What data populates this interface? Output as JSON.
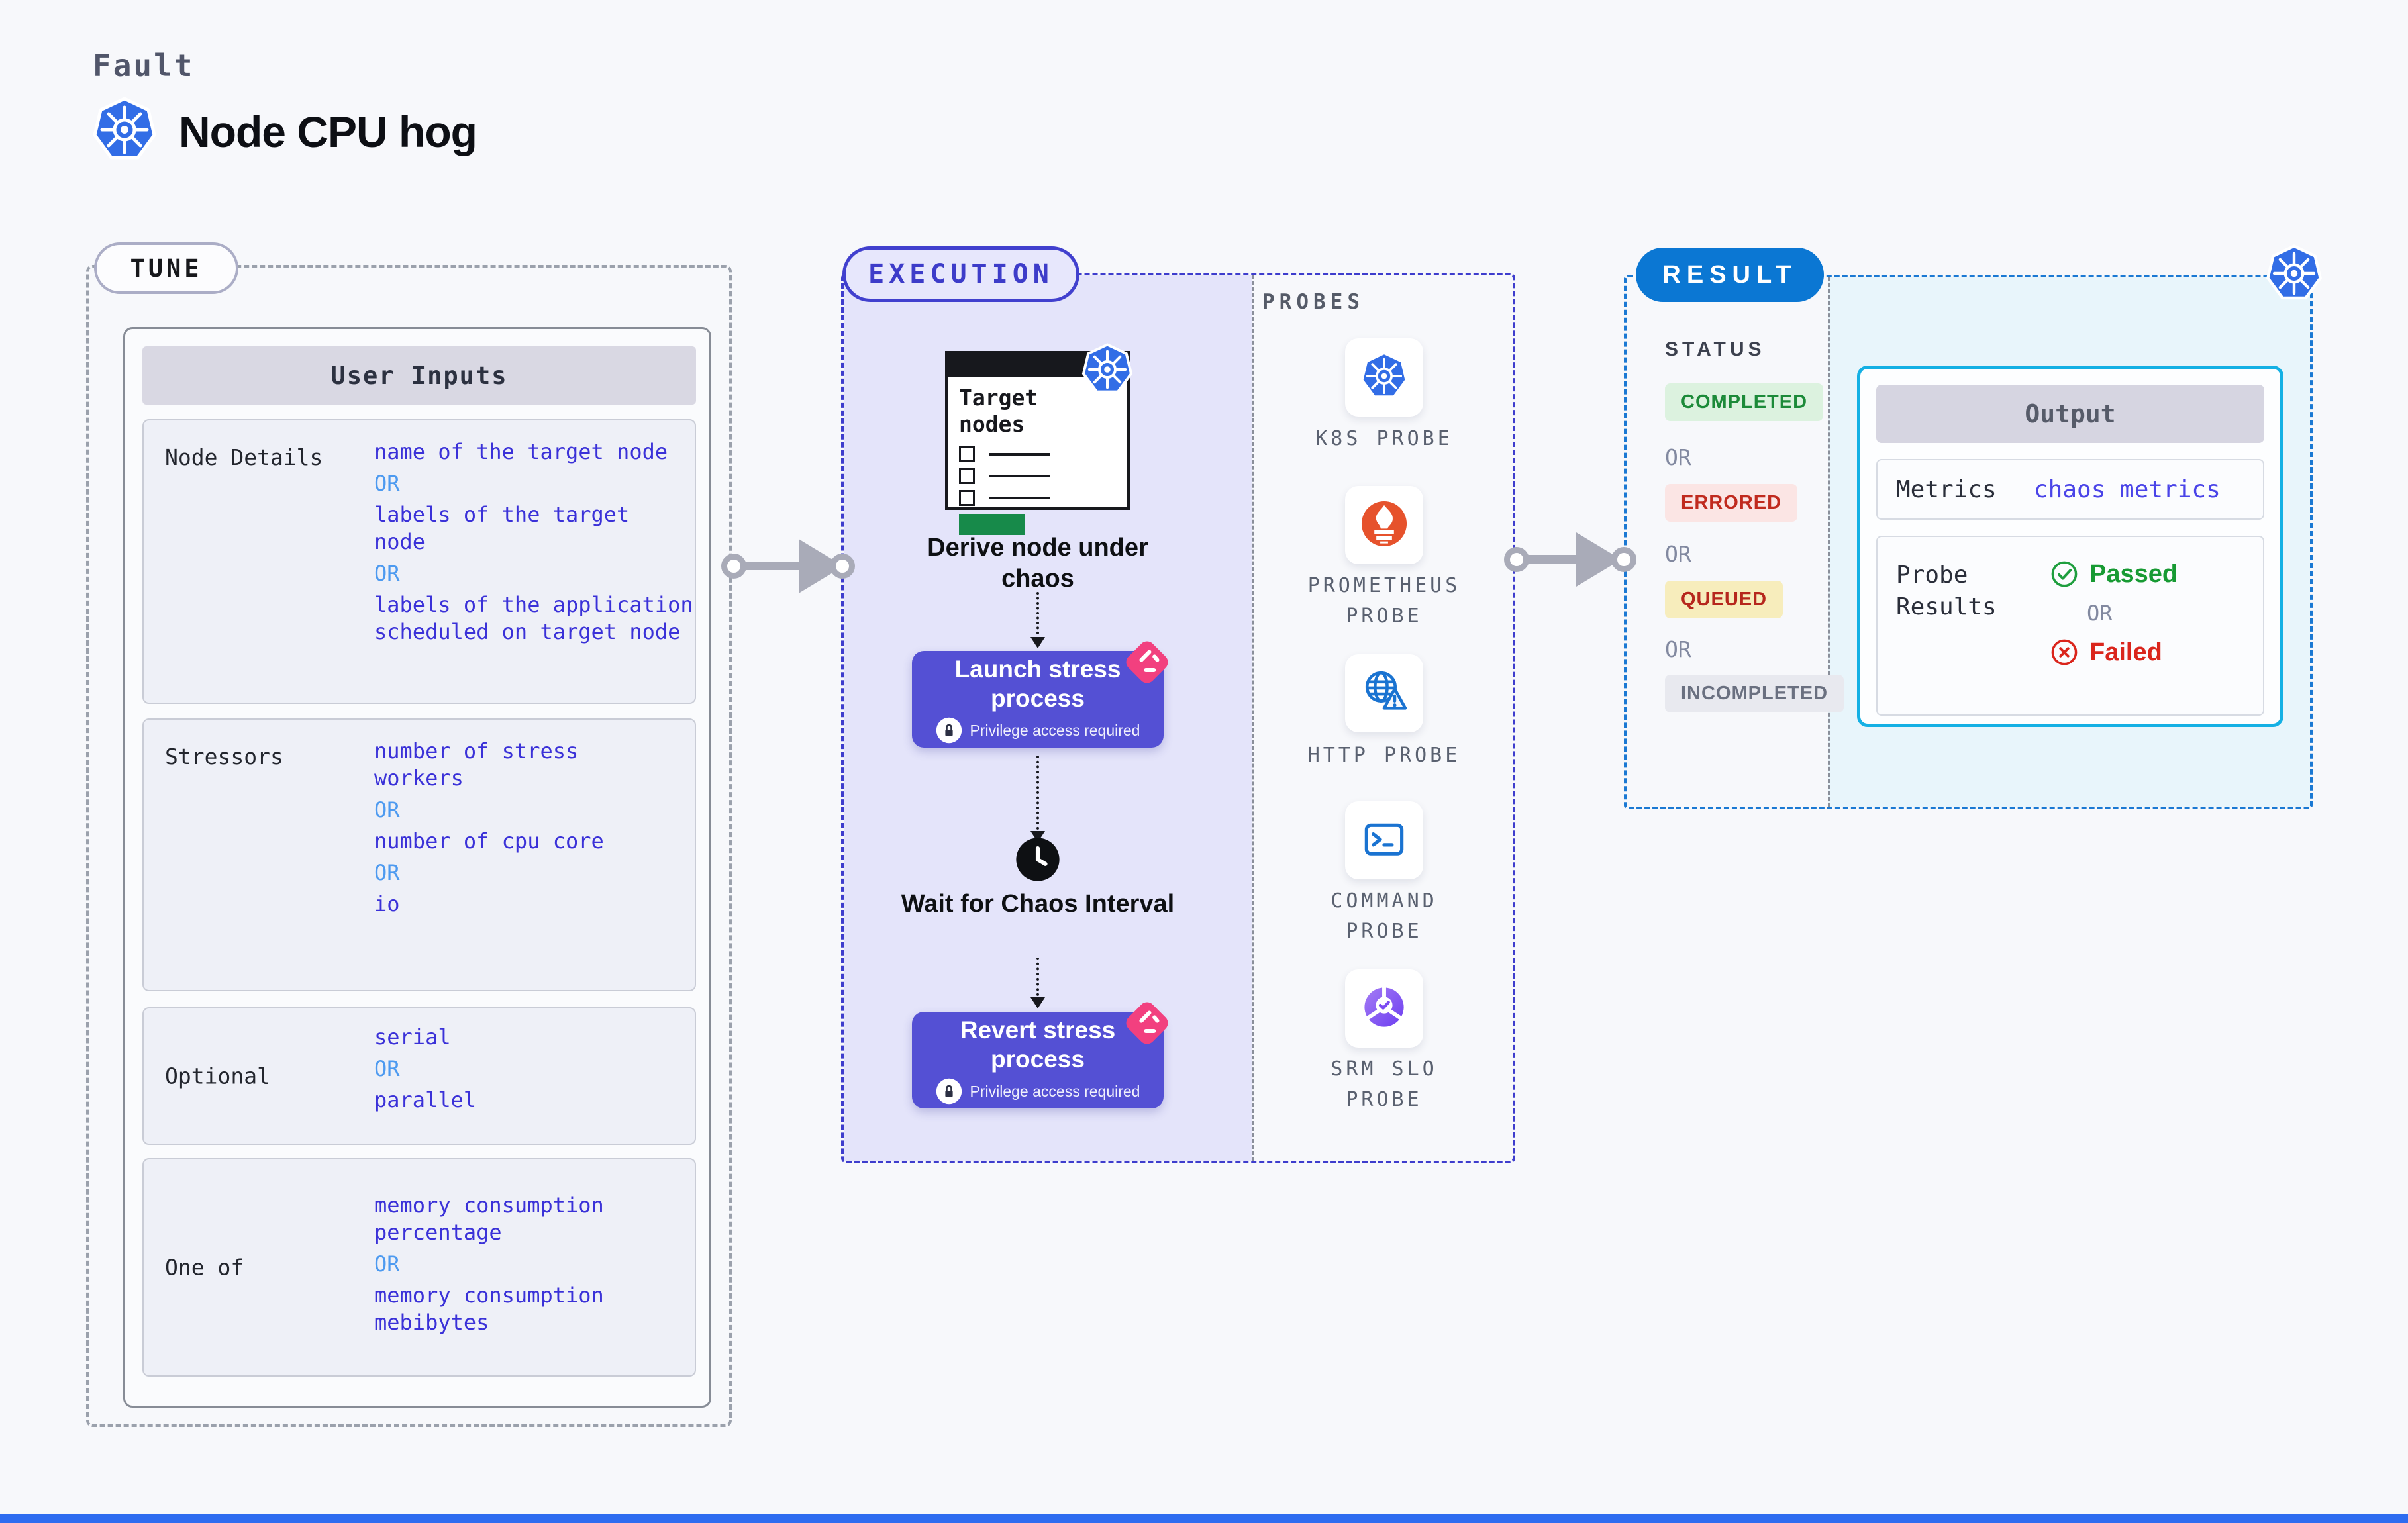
{
  "page": {
    "kicker": "Fault",
    "title": "Node CPU hog"
  },
  "or_label": "OR",
  "tune": {
    "badge": "TUNE",
    "table_title": "User Inputs",
    "rows": [
      {
        "label": "Node Details",
        "values": [
          "name of the target node",
          "labels of the target node",
          "labels of the application scheduled on target node"
        ]
      },
      {
        "label": "Stressors",
        "values": [
          "number of stress workers",
          "number of cpu core",
          "io"
        ]
      },
      {
        "label": "Optional",
        "values": [
          "serial",
          "parallel"
        ]
      },
      {
        "label": "One of",
        "values": [
          "memory consumption percentage",
          "memory consumption mebibytes"
        ]
      }
    ]
  },
  "execution": {
    "badge": "EXECUTION",
    "target_card_title": "Target nodes",
    "derive_caption": "Derive node under chaos",
    "launch": {
      "title": "Launch stress process",
      "note": "Privilege access required"
    },
    "wait_caption": "Wait for Chaos Interval",
    "revert": {
      "title": "Revert stress process",
      "note": "Privilege access required"
    }
  },
  "probes": {
    "heading": "PROBES",
    "items": [
      {
        "label": "K8S PROBE",
        "icon": "kubernetes-icon"
      },
      {
        "label": "PROMETHEUS PROBE",
        "icon": "prometheus-icon"
      },
      {
        "label": "HTTP PROBE",
        "icon": "http-globe-icon"
      },
      {
        "label": "COMMAND PROBE",
        "icon": "command-terminal-icon"
      },
      {
        "label": "SRM SLO PROBE",
        "icon": "srm-slo-icon"
      }
    ]
  },
  "result": {
    "badge": "RESULT",
    "status_heading": "STATUS",
    "statuses": [
      {
        "label": "COMPLETED",
        "fg": "#1c8a39",
        "bg": "#dcf2df"
      },
      {
        "label": "ERRORED",
        "fg": "#c02a1e",
        "bg": "#fbe5e4"
      },
      {
        "label": "QUEUED",
        "fg": "#b6271d",
        "bg": "#f7edbc"
      },
      {
        "label": "INCOMPLETED",
        "fg": "#6a7080",
        "bg": "#e8e9ef"
      }
    ],
    "output": {
      "title": "Output",
      "metrics_label": "Metrics",
      "metrics_value": "chaos metrics",
      "probe_results_label": "Probe Results",
      "passed_label": "Passed",
      "failed_label": "Failed"
    }
  },
  "colors": {
    "accent_indigo": "#4140ce",
    "accent_blue": "#0b77d3",
    "accent_cyan": "#14b0e4",
    "value_text": "#3a31d8",
    "or_text": "#4d9af0",
    "button_purple": "#5450d4",
    "chaos_pink": "#f2407f",
    "passed_green": "#179a33",
    "failed_red": "#da251c",
    "kubernetes_blue": "#326de6",
    "prometheus_orange": "#e6522c"
  }
}
